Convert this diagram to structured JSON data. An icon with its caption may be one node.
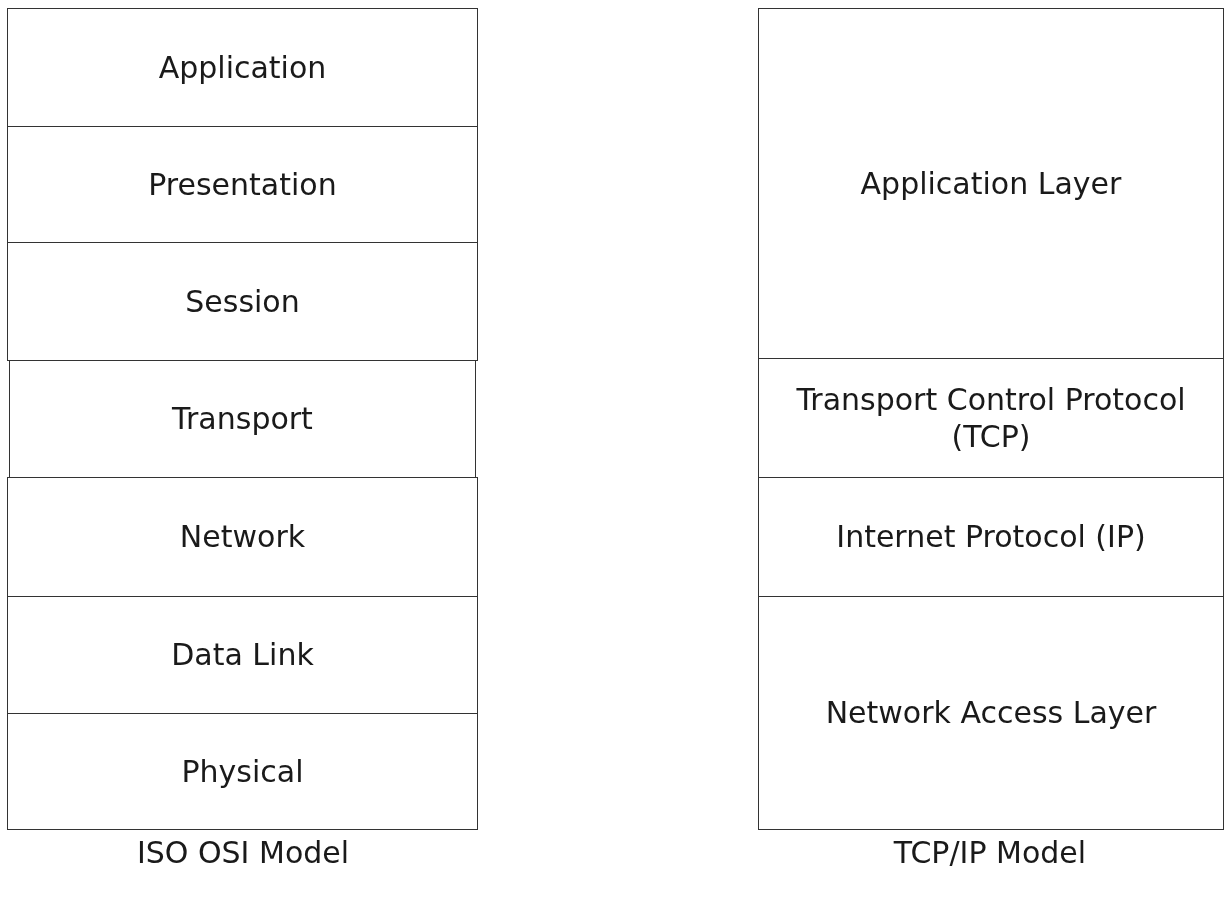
{
  "diagram": {
    "nodes": [
      {
        "text": [
          "Application"
        ]
      },
      {
        "text": [
          "Presentation"
        ]
      },
      {
        "text": [
          "Session"
        ]
      },
      {
        "text": [
          "Transport"
        ]
      },
      {
        "text": [
          "Network"
        ]
      },
      {
        "text": [
          "Data Link"
        ]
      },
      {
        "text": [
          "Physical"
        ]
      },
      {
        "text": [
          "Application Layer"
        ]
      },
      {
        "text": [
          "Transport Control Protocol (TCP)"
        ]
      },
      {
        "text": [
          "Internet Protocol (IP)"
        ]
      },
      {
        "text": [
          "Network Access Layer"
        ]
      }
    ],
    "labels": [
      "ISO OSI Model",
      "TCP/IP Model"
    ]
  }
}
